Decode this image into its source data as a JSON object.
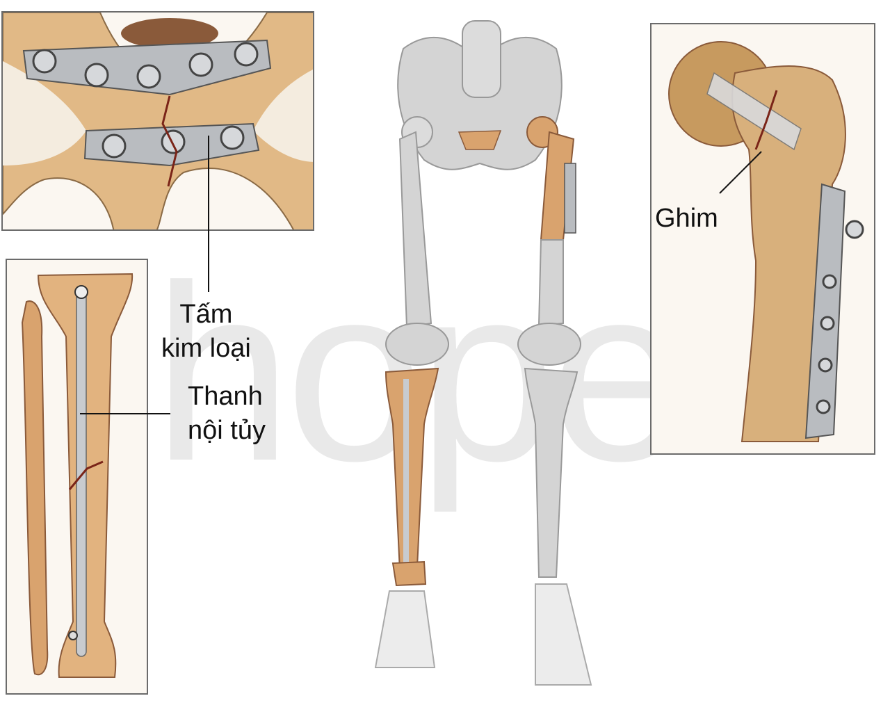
{
  "watermark": "hope",
  "labels": {
    "plate_line1": "Tấm",
    "plate_line2": "kim loại",
    "rod_line1": "Thanh",
    "rod_line2": "nội tủy",
    "pin": "Ghim"
  },
  "colors": {
    "bone_highlight": "#d9a36e",
    "bone_gray": "#d4d4d4",
    "metal": "#b9bcc0",
    "crack": "#7a2418",
    "frame": "#6b6b6b"
  }
}
